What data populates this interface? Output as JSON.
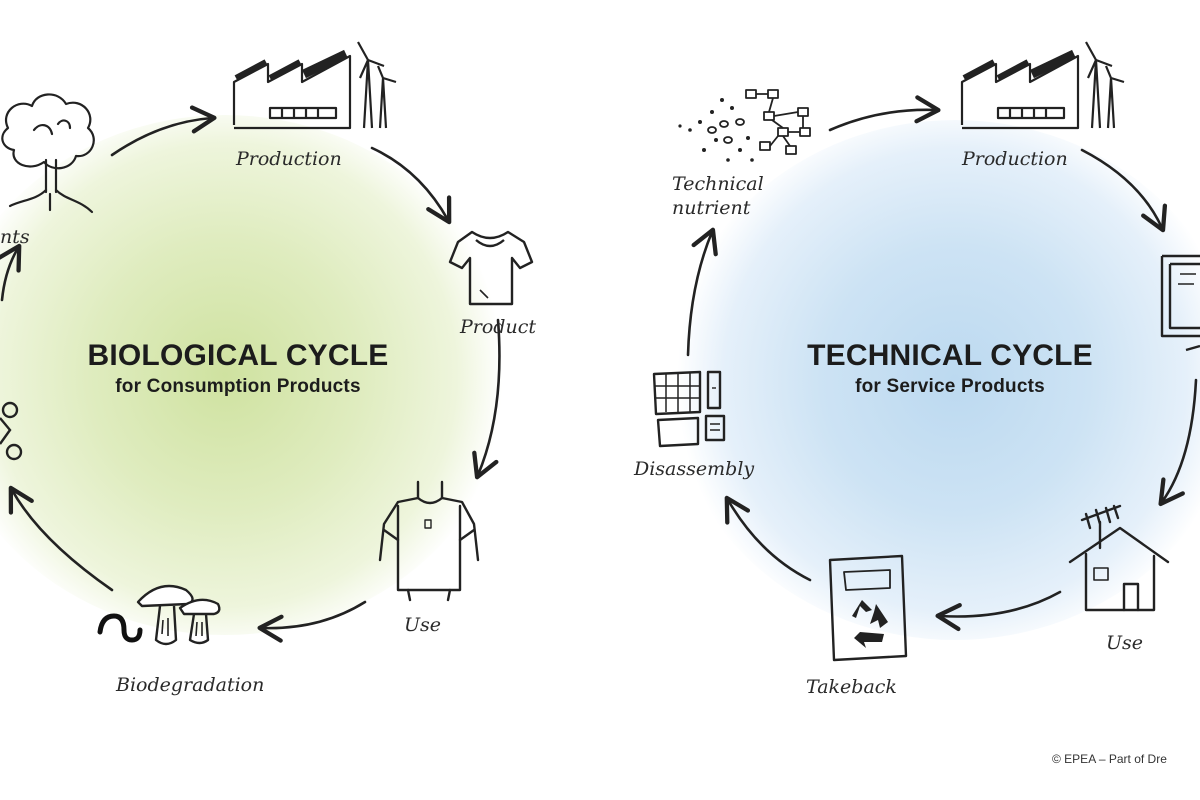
{
  "biological": {
    "title": "BIOLOGICAL CYCLE",
    "subtitle": "for Consumption Products",
    "labels": {
      "nutrients": "nts",
      "production": "Production",
      "product": "Product",
      "use": "Use",
      "biodegradation": "Biodegradation"
    }
  },
  "technical": {
    "title": "TECHNICAL CYCLE",
    "subtitle": "for Service Products",
    "labels": {
      "nutrient_line1": "Technical",
      "nutrient_line2": "nutrient",
      "production": "Production",
      "use": "Use",
      "takeback": "Takeback",
      "disassembly": "Disassembly"
    }
  },
  "copyright": "© EPEA – Part of Dre",
  "colors": {
    "bio_glow": "#cfe2a0",
    "tech_glow": "#bcd9f0",
    "ink": "#222222"
  },
  "icons": [
    "tree-icon",
    "factory-icon",
    "tshirt-icon",
    "person-tshirt-icon",
    "mushroom-icon",
    "worm-icon",
    "molecule-icon",
    "monitor-icon",
    "house-icon",
    "recycle-bin-icon",
    "components-icon",
    "arrow-icon"
  ]
}
